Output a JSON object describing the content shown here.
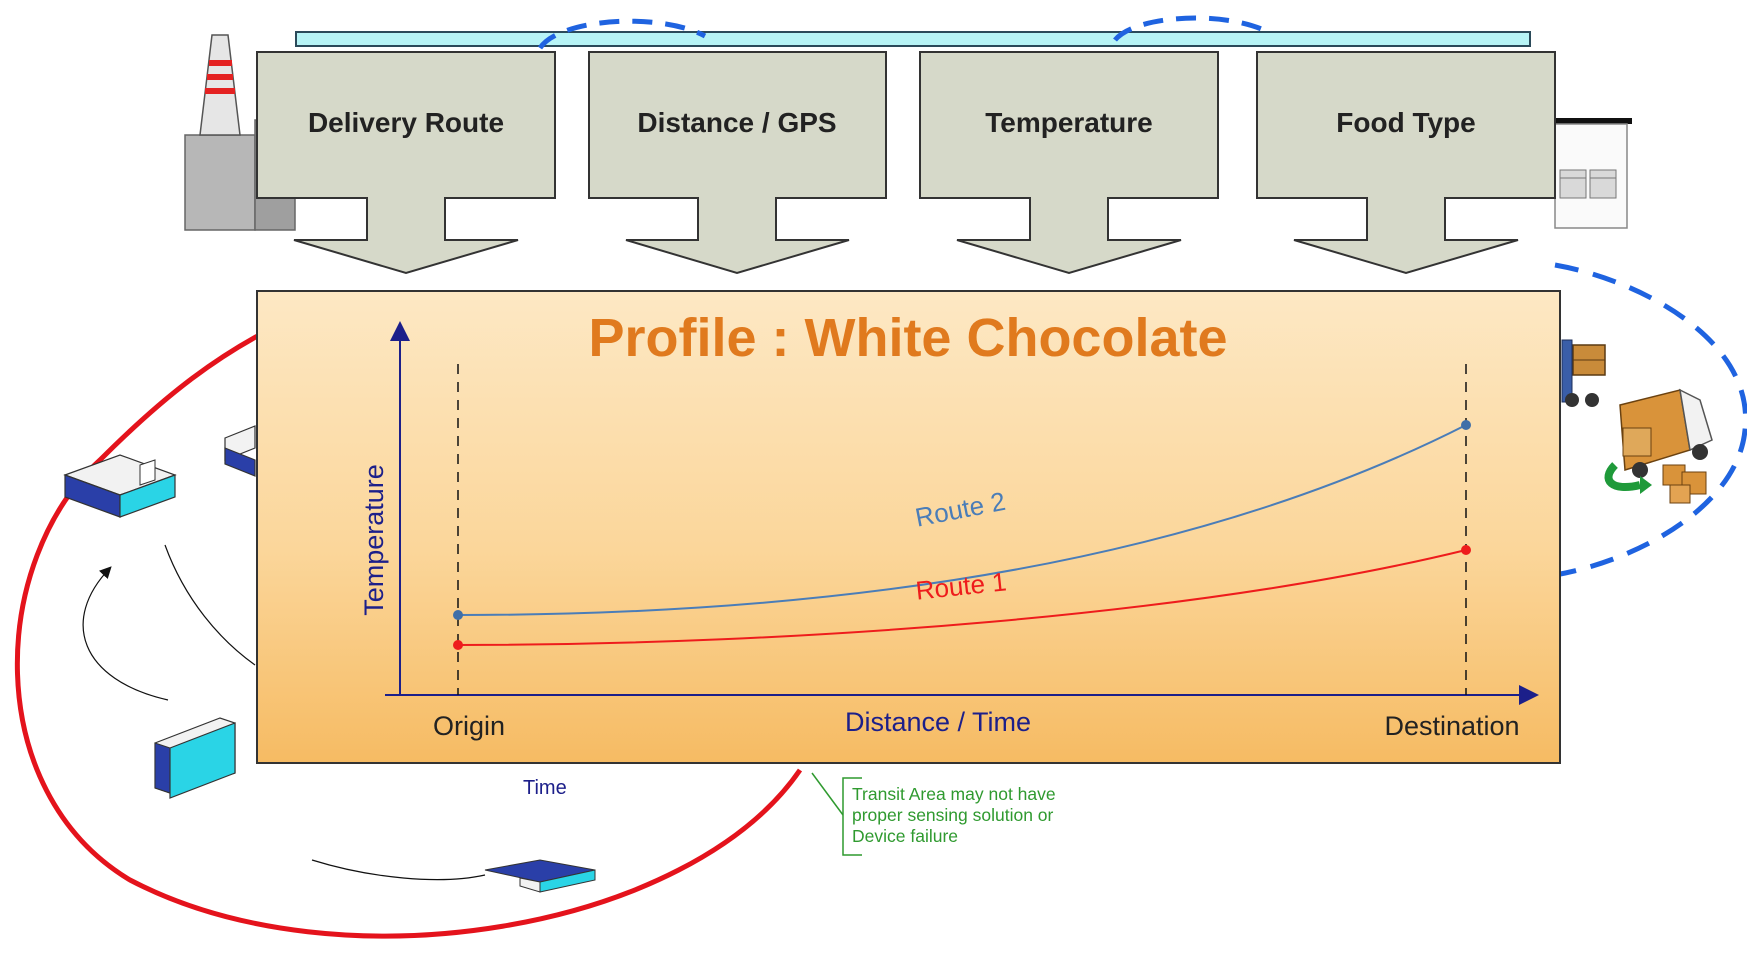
{
  "inputs": [
    {
      "label": "Delivery Route"
    },
    {
      "label": "Distance / GPS"
    },
    {
      "label": "Temperature"
    },
    {
      "label": "Food Type"
    }
  ],
  "profile": {
    "title": "Profile : White Chocolate",
    "ylabel": "Temperature",
    "xlabel": "Distance / Time",
    "origin_label": "Origin",
    "destination_label": "Destination",
    "route1_label": "Route 1",
    "route2_label": "Route 2"
  },
  "background": {
    "time_label": "Time",
    "callout_lines": [
      "Transit Area may not have",
      "proper sensing solution or",
      "Device failure"
    ]
  },
  "colors": {
    "arrow_fill": "#d6d9c9",
    "panel_light": "#fde8c4",
    "panel_dark": "#f6bb63",
    "title": "#e07a1e",
    "route1": "#ee1c1c",
    "route2": "#4a7db8",
    "axis": "#1c1f8a",
    "loop": "#e4131c",
    "dashed": "#1f63e0",
    "callout": "#2f9a2f"
  }
}
